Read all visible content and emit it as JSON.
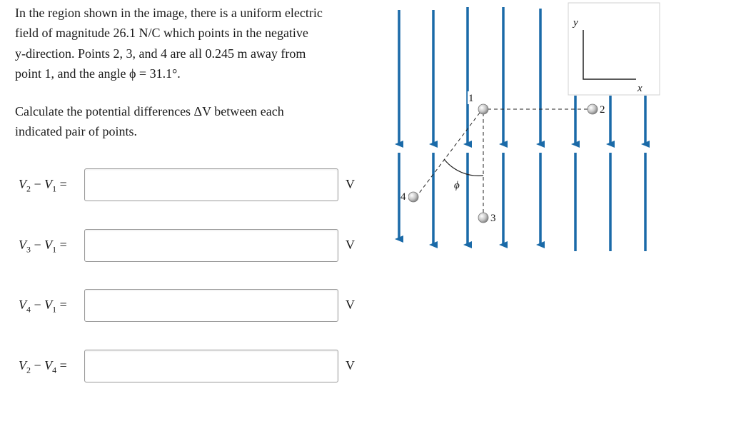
{
  "problem": {
    "line1": "In the region shown in the image, there is a uniform electric",
    "line2": "field of magnitude 26.1 N/C which points in the negative",
    "line3": "y-direction. Points 2, 3, and 4 are all 0.245 m away from",
    "line4": "point 1, and the angle ϕ = 31.1°."
  },
  "instruction": {
    "line1": "Calculate the potential differences ΔV between each",
    "line2": "indicated pair of points."
  },
  "answers": [
    {
      "a": "V",
      "a_sub": "2",
      "b": "V",
      "b_sub": "1",
      "value": "",
      "unit": "V"
    },
    {
      "a": "V",
      "a_sub": "3",
      "b": "V",
      "b_sub": "1",
      "value": "",
      "unit": "V"
    },
    {
      "a": "V",
      "a_sub": "4",
      "b": "V",
      "b_sub": "1",
      "value": "",
      "unit": "V"
    },
    {
      "a": "V",
      "a_sub": "2",
      "b": "V",
      "b_sub": "4",
      "value": "",
      "unit": "V"
    }
  ],
  "figure": {
    "axis_y_label": "y",
    "axis_x_label": "x",
    "point_labels": [
      "1",
      "2",
      "3",
      "4"
    ],
    "angle_label": "ϕ",
    "field_line_color": "#1a6aa8"
  }
}
